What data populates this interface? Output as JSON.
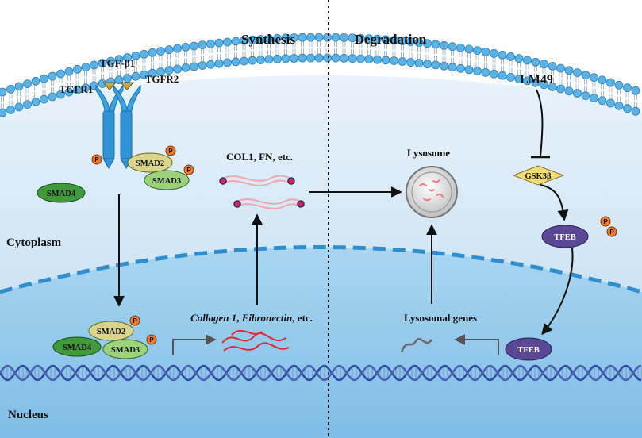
{
  "headings": {
    "synthesis": "Synthesis",
    "degradation": "Degradation"
  },
  "ligand": {
    "tgf": "TGF-β1",
    "tgfr1": "TGFR1",
    "tgfr2": "TGFR2"
  },
  "drug": {
    "lm49": "LM49"
  },
  "kinase": {
    "gsk": "GSK3β"
  },
  "proteins": {
    "smad2": "SMAD2",
    "smad3": "SMAD3",
    "smad4": "SMAD4",
    "tfeb": "TFEB",
    "p": "P"
  },
  "products": {
    "col": "COL1, FN, etc."
  },
  "organelle": {
    "lysosome": "Lysosome"
  },
  "genes": {
    "collagen": "Collagen 1",
    "sep": ", ",
    "fibronectin": "Fibronectin",
    "etc": ", etc.",
    "lysosomal": "Lysosomal genes"
  },
  "compartments": {
    "cytoplasm": "Cytoplasm",
    "nucleus": "Nucleus"
  },
  "colors": {
    "cytoplasm": "#c4ddf0",
    "nucleus": "#8ec7ea",
    "membrane": "#5ab3e6",
    "smad2": "#d9d58a",
    "smad3": "#9cd37a",
    "smad4": "#3f9a3a",
    "tfeb": "#5a4796",
    "gsk": "#f2dc76",
    "phospho": "#f07a2b",
    "fiber": "#e0283a",
    "dna": "#3b56a8"
  }
}
